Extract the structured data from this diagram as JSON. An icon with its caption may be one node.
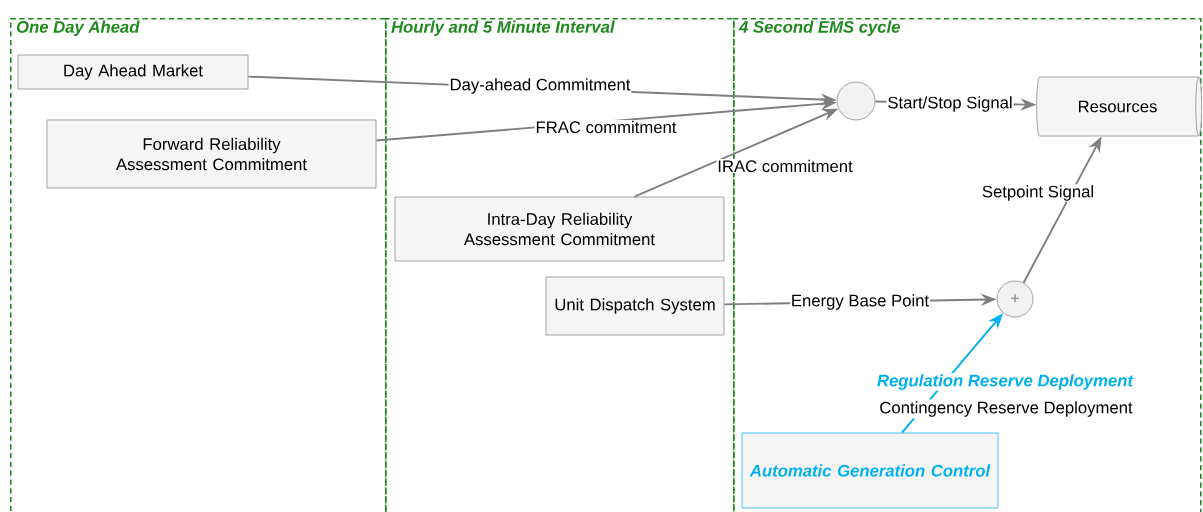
{
  "diagram": {
    "nodes": [
      {
        "text": [
          "One Day Ahead"
        ]
      },
      {
        "text": [
          "Hourly and 5 Minute Interval"
        ]
      },
      {
        "text": [
          "4 Second EMS cycle"
        ]
      },
      {
        "text": [
          "Day Ahead Market"
        ],
        "in": 0
      },
      {
        "text": [
          "Forward Reliability Assessment Commitment"
        ],
        "in": 0
      },
      {
        "text": [
          "Intra-Day Reliability Assessment Commitment"
        ],
        "in": 1
      },
      {
        "text": [
          "Unit Dispatch System"
        ],
        "in": 1
      },
      {
        "text": [],
        "shape": "circle",
        "in": 2
      },
      {
        "text": [
          "Resources"
        ],
        "in": 2
      },
      {
        "text": [
          "+"
        ],
        "in": 2
      },
      {
        "text": [
          "Automatic Generation Control"
        ],
        "in": 2
      }
    ],
    "edges": [
      {
        "from": 3,
        "to": 7,
        "arrow": "to",
        "label": "Day-ahead Commitment"
      },
      {
        "from": 4,
        "to": 7,
        "arrow": "to",
        "label": "FRAC commitment"
      },
      {
        "from": 5,
        "to": 7,
        "arrow": "to",
        "label": "IRAC commitment"
      },
      {
        "from": 7,
        "to": 8,
        "arrow": "to",
        "label": "Start/Stop Signal"
      },
      {
        "from": 6,
        "to": 9,
        "arrow": "to",
        "label": "Energy Base Point"
      },
      {
        "from": 9,
        "to": 8,
        "arrow": "to",
        "label": "Setpoint Signal"
      },
      {
        "from": 10,
        "to": 9,
        "arrow": "to",
        "label": "Regulation Reserve Deployment",
        "color": "#00b0f0"
      }
    ],
    "labels": [
      "Contingency Reserve Deployment"
    ]
  }
}
